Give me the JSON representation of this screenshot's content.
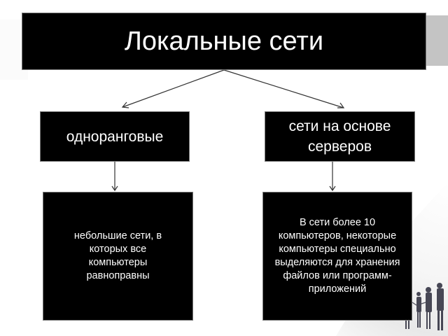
{
  "diagram": {
    "title": "Локальные сети",
    "branches": [
      {
        "label": "одноранговые",
        "description": "небольшие сети, в которых все компьютеры равноправны"
      },
      {
        "label": "сети на основе серверов",
        "description": "В сети более 10 компьютеров, некоторые компьютеры специально выделяются для хранения файлов или программ-приложений"
      }
    ]
  },
  "colors": {
    "box_fill": "#000000",
    "box_text": "#ffffff",
    "arrow": "#333333",
    "background": "#ffffff",
    "accent_band": "#c4c4c4"
  }
}
